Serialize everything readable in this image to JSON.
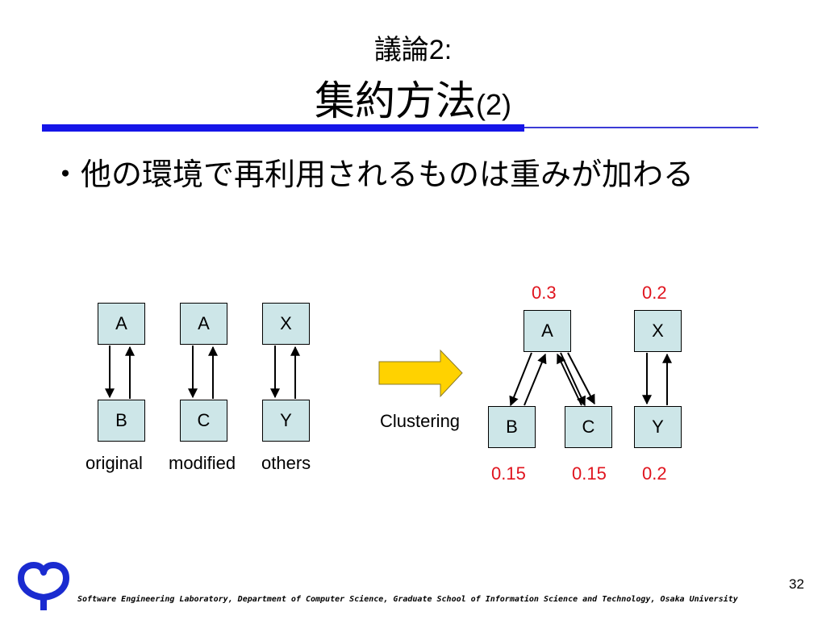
{
  "slide": {
    "title_sub": "議論2:",
    "title_main": "集約方法",
    "title_paren": "(2)",
    "bullet": "・他の環境で再利用されるものは重みが加わる",
    "page_number": "32",
    "footer": "Software Engineering Laboratory, Department of Computer Science, Graduate School of Information Science and Technology, Osaka University",
    "colors": {
      "rule": "#1515e8",
      "node_fill": "#cde6e8",
      "weight_text": "#e0141e",
      "arrow_fill": "#ffd200"
    }
  },
  "diagram": {
    "left_pairs": [
      {
        "top": "A",
        "bottom": "B",
        "caption": "original"
      },
      {
        "top": "A",
        "bottom": "C",
        "caption": "modified"
      },
      {
        "top": "X",
        "bottom": "Y",
        "caption": "others"
      }
    ],
    "transform_label": "Clustering",
    "right_nodes": {
      "a": "A",
      "x": "X",
      "b": "B",
      "c": "C",
      "y": "Y"
    },
    "weights": {
      "a": "0.3",
      "x": "0.2",
      "b": "0.15",
      "c": "0.15",
      "y": "0.2"
    }
  }
}
